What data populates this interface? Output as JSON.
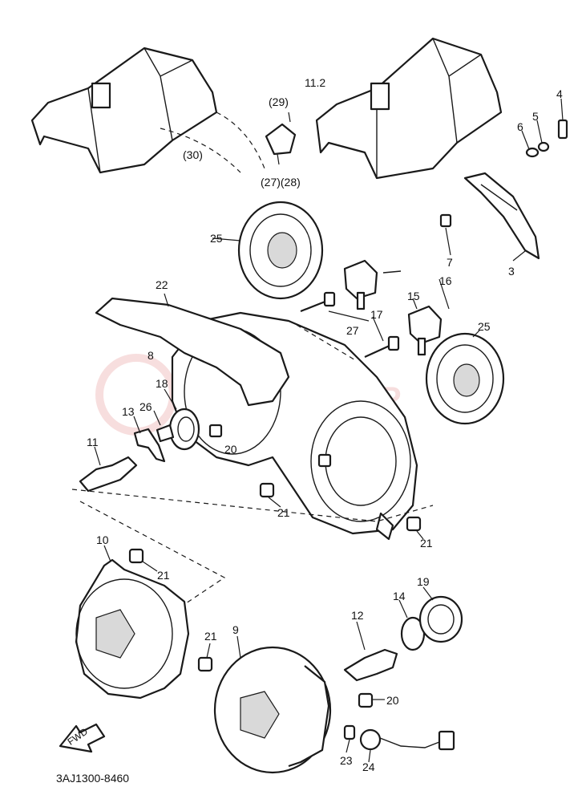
{
  "diagram": {
    "catalog_code": "3AJ1300-8460",
    "fwd_arrow": "FWD",
    "callouts": [
      {
        "id": "c-11-2",
        "text": "11.2"
      },
      {
        "id": "c-29",
        "text": "(29)"
      },
      {
        "id": "c-30",
        "text": "(30)"
      },
      {
        "id": "c-27-28",
        "text": "(27)(28)"
      },
      {
        "id": "c-4",
        "text": "4"
      },
      {
        "id": "c-5",
        "text": "5"
      },
      {
        "id": "c-6",
        "text": "6"
      },
      {
        "id": "c-7",
        "text": "7"
      },
      {
        "id": "c-3",
        "text": "3"
      },
      {
        "id": "c-25a",
        "text": "25"
      },
      {
        "id": "c-16",
        "text": "16"
      },
      {
        "id": "c-15",
        "text": "15"
      },
      {
        "id": "c-17",
        "text": "17"
      },
      {
        "id": "c-22",
        "text": "22"
      },
      {
        "id": "c-27",
        "text": "27"
      },
      {
        "id": "c-25b",
        "text": "25"
      },
      {
        "id": "c-8",
        "text": "8"
      },
      {
        "id": "c-18",
        "text": "18"
      },
      {
        "id": "c-26",
        "text": "26"
      },
      {
        "id": "c-13",
        "text": "13"
      },
      {
        "id": "c-20a",
        "text": "20"
      },
      {
        "id": "c-11",
        "text": "11"
      },
      {
        "id": "c-21a",
        "text": "21"
      },
      {
        "id": "c-21b",
        "text": "21"
      },
      {
        "id": "c-10",
        "text": "10"
      },
      {
        "id": "c-21c",
        "text": "21"
      },
      {
        "id": "c-19",
        "text": "19"
      },
      {
        "id": "c-14",
        "text": "14"
      },
      {
        "id": "c-12",
        "text": "12"
      },
      {
        "id": "c-21d",
        "text": "21"
      },
      {
        "id": "c-9",
        "text": "9"
      },
      {
        "id": "c-20b",
        "text": "20"
      },
      {
        "id": "c-23",
        "text": "23"
      },
      {
        "id": "c-24",
        "text": "24"
      }
    ]
  }
}
